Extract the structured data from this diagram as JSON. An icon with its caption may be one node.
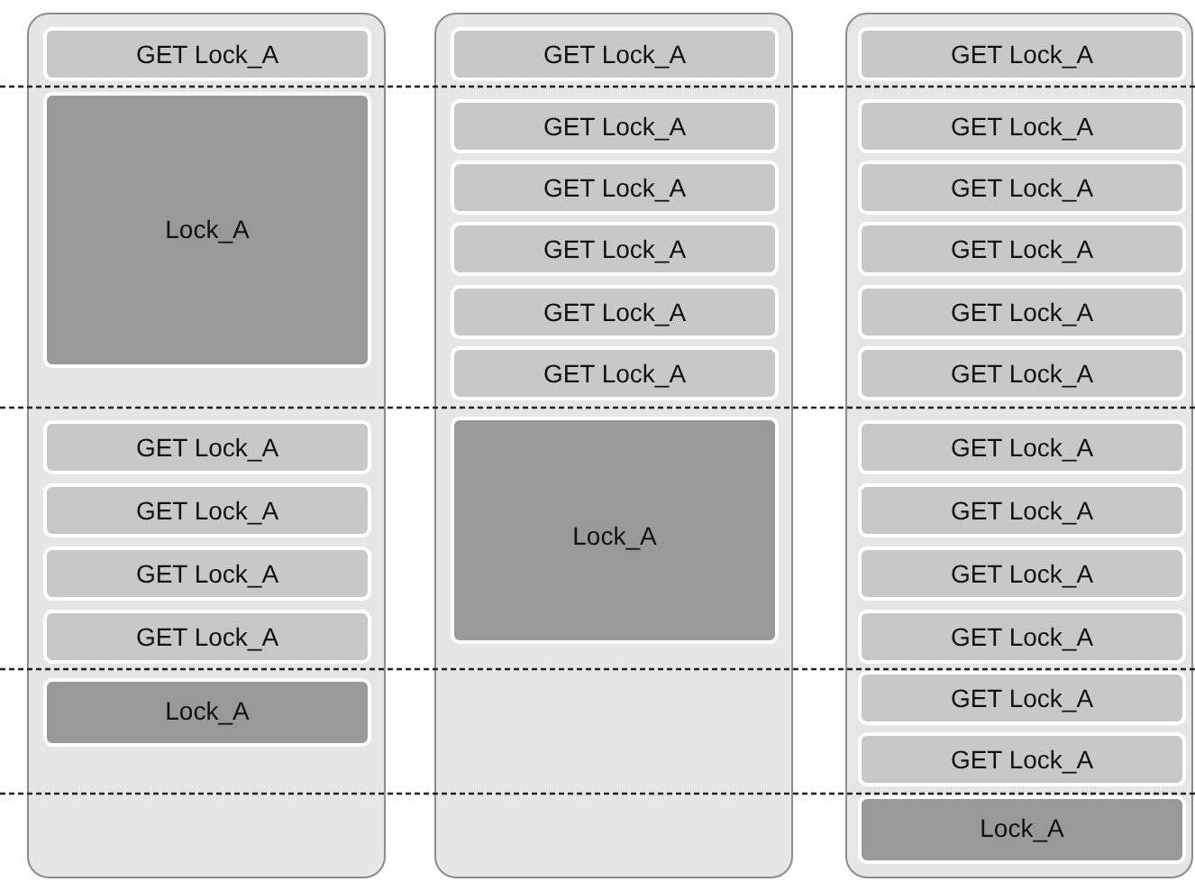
{
  "diagram": {
    "nodes": [
      {
        "text": [],
        "shape": "box"
      },
      {
        "text": [
          "GET Lock_A"
        ],
        "in": 0
      },
      {
        "text": [
          "Lock_A"
        ],
        "in": 0
      },
      {
        "text": [
          "GET Lock_A"
        ],
        "in": 0
      },
      {
        "text": [
          "GET Lock_A"
        ],
        "in": 0
      },
      {
        "text": [
          "GET Lock_A"
        ],
        "in": 0
      },
      {
        "text": [
          "GET Lock_A"
        ],
        "in": 0
      },
      {
        "text": [
          "Lock_A"
        ],
        "in": 0
      },
      {
        "text": [],
        "shape": "box"
      },
      {
        "text": [
          "GET Lock_A"
        ],
        "in": 8
      },
      {
        "text": [
          "GET Lock_A"
        ],
        "in": 8
      },
      {
        "text": [
          "GET Lock_A"
        ],
        "in": 8
      },
      {
        "text": [
          "GET Lock_A"
        ],
        "in": 8
      },
      {
        "text": [
          "GET Lock_A"
        ],
        "in": 8
      },
      {
        "text": [
          "GET Lock_A"
        ],
        "in": 8
      },
      {
        "text": [
          "Lock_A"
        ],
        "in": 8
      },
      {
        "text": [],
        "shape": "box"
      },
      {
        "text": [
          "GET Lock_A"
        ],
        "in": 16
      },
      {
        "text": [
          "GET Lock_A"
        ],
        "in": 16
      },
      {
        "text": [
          "GET Lock_A"
        ],
        "in": 16
      },
      {
        "text": [
          "GET Lock_A"
        ],
        "in": 16
      },
      {
        "text": [
          "GET Lock_A"
        ],
        "in": 16
      },
      {
        "text": [
          "GET Lock_A"
        ],
        "in": 16
      },
      {
        "text": [
          "GET Lock_A"
        ],
        "in": 16
      },
      {
        "text": [
          "GET Lock_A"
        ],
        "in": 16
      },
      {
        "text": [
          "GET Lock_A"
        ],
        "in": 16
      },
      {
        "text": [
          "GET Lock_A"
        ],
        "in": 16
      },
      {
        "text": [
          "GET Lock_A"
        ],
        "in": 16
      },
      {
        "text": [
          "GET Lock_A"
        ],
        "in": 16
      },
      {
        "text": [
          "Lock_A"
        ],
        "in": 16
      }
    ]
  }
}
